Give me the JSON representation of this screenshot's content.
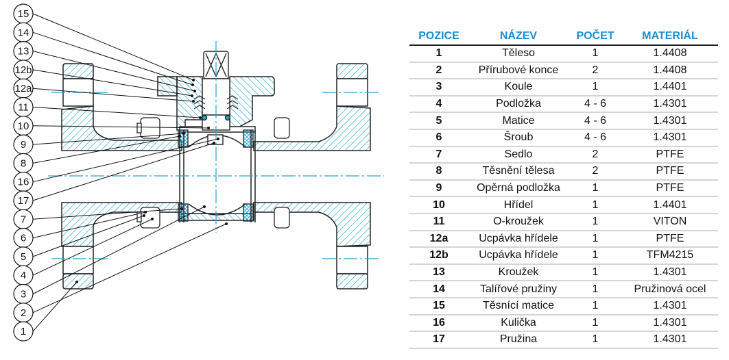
{
  "colors": {
    "header_text": "#1a8fd0",
    "hatch": "#1aa3d6",
    "centerline": "#1aa3d6",
    "outline": "#222222",
    "row_separator": "#d4d4d4"
  },
  "table": {
    "headers": {
      "position": "POZICE",
      "name": "NÁZEV",
      "quantity": "POČET",
      "material": "MATERIÁL"
    },
    "rows": [
      {
        "position": "1",
        "name": "Těleso",
        "quantity": "1",
        "material": "1.4408"
      },
      {
        "position": "2",
        "name": "Přírubové konce",
        "quantity": "2",
        "material": "1.4408"
      },
      {
        "position": "3",
        "name": "Koule",
        "quantity": "1",
        "material": "1.4401"
      },
      {
        "position": "4",
        "name": "Podložka",
        "quantity": "4 - 6",
        "material": "1.4301"
      },
      {
        "position": "5",
        "name": "Matice",
        "quantity": "4 - 6",
        "material": "1.4301"
      },
      {
        "position": "6",
        "name": "Šroub",
        "quantity": "4 - 6",
        "material": "1.4301"
      },
      {
        "position": "7",
        "name": "Sedlo",
        "quantity": "2",
        "material": "PTFE"
      },
      {
        "position": "8",
        "name": "Těsnění tělesa",
        "quantity": "2",
        "material": "PTFE"
      },
      {
        "position": "9",
        "name": "Opěrná podložka",
        "quantity": "1",
        "material": "PTFE"
      },
      {
        "position": "10",
        "name": "Hřídel",
        "quantity": "1",
        "material": "1.4401"
      },
      {
        "position": "11",
        "name": "O-kroužek",
        "quantity": "1",
        "material": "VITON"
      },
      {
        "position": "12a",
        "name": "Ucpávka hřídele",
        "quantity": "1",
        "material": "PTFE"
      },
      {
        "position": "12b",
        "name": "Ucpávka hřídele",
        "quantity": "1",
        "material": "TFM4215"
      },
      {
        "position": "13",
        "name": "Kroužek",
        "quantity": "1",
        "material": "1.4301"
      },
      {
        "position": "14",
        "name": "Talířové pružiny",
        "quantity": "1",
        "material": "Pružinová ocel"
      },
      {
        "position": "15",
        "name": "Těsnící matice",
        "quantity": "1",
        "material": "1.4301"
      },
      {
        "position": "16",
        "name": "Kulička",
        "quantity": "1",
        "material": "1.4301"
      },
      {
        "position": "17",
        "name": "Pružina",
        "quantity": "1",
        "material": "1.4301"
      }
    ]
  },
  "drawing": {
    "title": "Ball valve cross-section",
    "callouts": [
      "15",
      "14",
      "13",
      "12b",
      "12a",
      "11",
      "10",
      "9",
      "8",
      "16",
      "17",
      "7",
      "6",
      "5",
      "4",
      "3",
      "2",
      "1"
    ]
  }
}
